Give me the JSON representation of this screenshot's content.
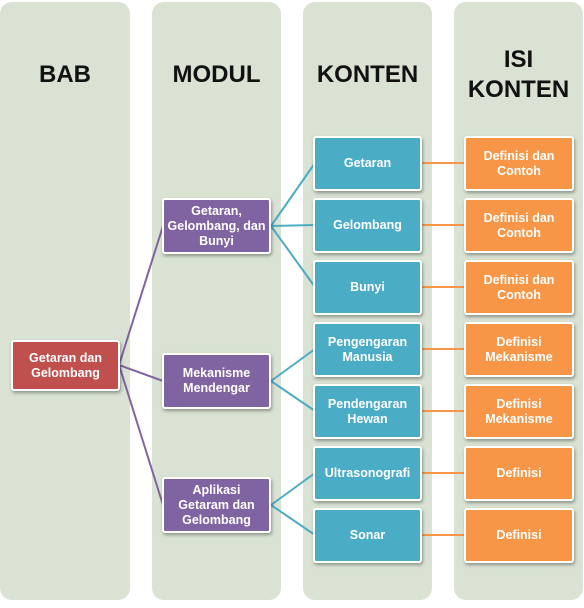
{
  "columns": {
    "bab": "BAB",
    "modul": "MODUL",
    "konten": "KONTEN",
    "isi": "ISI\nKONTEN"
  },
  "bab": {
    "label": "Getaran dan\nGelombang"
  },
  "modul": [
    {
      "label": "Getaran,\nGelombang, dan\nBunyi"
    },
    {
      "label": "Mekanisme\nMendengar"
    },
    {
      "label": "Aplikasi\nGetaram dan\nGelombang"
    }
  ],
  "konten": [
    {
      "label": "Getaran"
    },
    {
      "label": "Gelombang"
    },
    {
      "label": "Bunyi"
    },
    {
      "label": "Pengengaran\nManusia"
    },
    {
      "label": "Pendengaran\nHewan"
    },
    {
      "label": "Ultrasonografi"
    },
    {
      "label": "Sonar"
    }
  ],
  "isi": [
    {
      "label": "Definisi dan\nContoh"
    },
    {
      "label": "Definisi dan\nContoh"
    },
    {
      "label": "Definisi dan\nContoh"
    },
    {
      "label": "Definisi\nMekanisme"
    },
    {
      "label": "Definisi\nMekanisme"
    },
    {
      "label": "Definisi"
    },
    {
      "label": "Definisi"
    }
  ],
  "colors": {
    "bab": "#c0504d",
    "modul": "#8064a2",
    "konten": "#4bacc6",
    "isi": "#f79646",
    "column_bg": "#d9e2d3"
  }
}
